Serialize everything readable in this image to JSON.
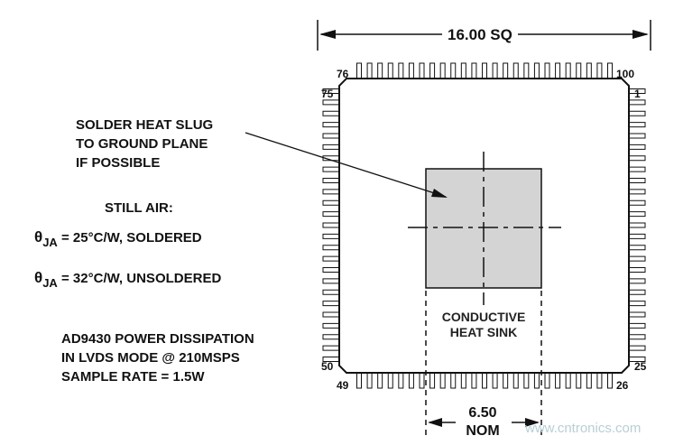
{
  "package": {
    "size_label": "16.00 SQ",
    "pins": {
      "top_left": "76",
      "top_right": "100",
      "right_top": "1",
      "left_top": "75",
      "left_bottom": "50",
      "bottom_left": "49",
      "bottom_right": "26",
      "right_bottom": "25"
    },
    "heat_sink_label": [
      "CONDUCTIVE",
      "HEAT SINK"
    ],
    "heat_sink_dim": [
      "6.50",
      "NOM"
    ]
  },
  "notes": {
    "solder": [
      "SOLDER HEAT SLUG",
      "TO GROUND PLANE",
      "IF POSSIBLE"
    ],
    "still_air": "STILL AIR:",
    "theta_symbol": "θ",
    "theta_sub": "JA",
    "theta_soldered": " = 25°C/W, SOLDERED",
    "theta_unsoldered": " = 32°C/W, UNSOLDERED",
    "power": [
      "AD9430 POWER DISSIPATION",
      "IN LVDS MODE @ 210MSPS",
      "SAMPLE RATE = 1.5W"
    ]
  },
  "watermark": "www.cntronics.com"
}
